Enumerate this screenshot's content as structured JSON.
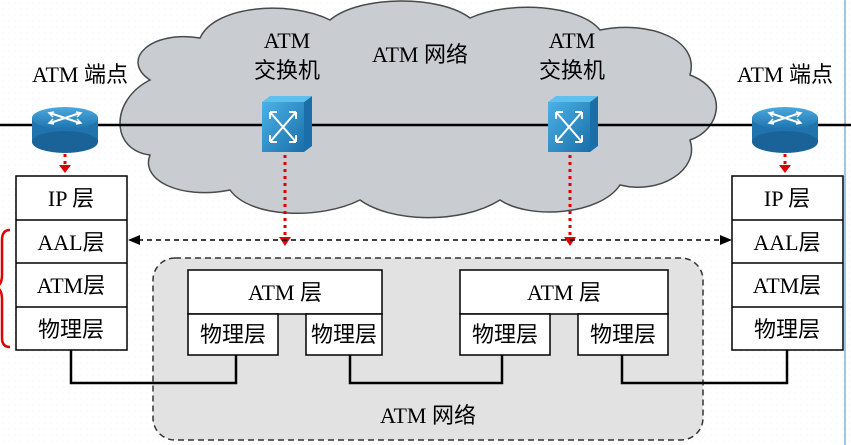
{
  "cloud": {
    "label": "ATM 网络",
    "switch_left_label": [
      "ATM",
      "交换机"
    ],
    "switch_right_label": [
      "ATM",
      "交换机"
    ]
  },
  "endpoints": {
    "left_label": "ATM 端点",
    "right_label": "ATM 端点"
  },
  "left_stack": [
    "IP 层",
    "AAL层",
    "ATM层",
    "物理层"
  ],
  "right_stack": [
    "IP 层",
    "AAL层",
    "ATM层",
    "物理层"
  ],
  "switch_stack_left": {
    "atm": "ATM 层",
    "phy_a": "物理层",
    "phy_b": "物理层"
  },
  "switch_stack_right": {
    "atm": "ATM 层",
    "phy_a": "物理层",
    "phy_b": "物理层"
  },
  "network_box_label": "ATM 网络",
  "colors": {
    "cloud_fill": "#c9cdd2",
    "network_box_fill": "#e2e2e2",
    "device_blue": "#2a8fcb",
    "red_dotted": "#e00000",
    "brace": "#e00000"
  }
}
